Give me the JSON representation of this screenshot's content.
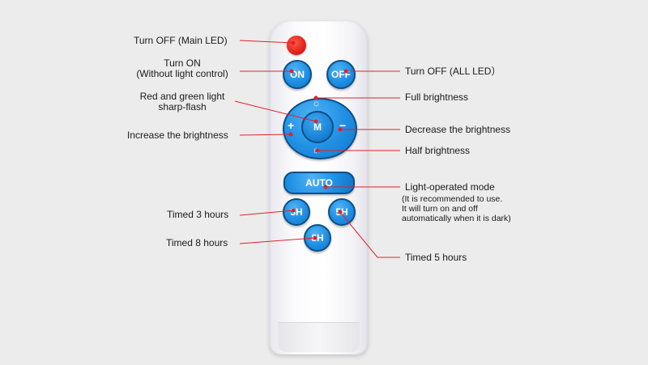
{
  "remote": {
    "on_button": "ON",
    "off_button": "OFF",
    "mode_button": "M",
    "plus_symbol": "+",
    "minus_symbol": "−",
    "auto_button": "AUTO",
    "timer_3h": "3H",
    "timer_5h": "5H",
    "timer_8h": "8H"
  },
  "annotations": {
    "turn_off_main": "Turn OFF (Main LED)",
    "turn_on_line1": "Turn ON",
    "turn_on_line2": "(Without light control)",
    "flash_line1": "Red and green light",
    "flash_line2": "sharp-flash",
    "increase": "Increase the brightness",
    "timed_3": "Timed 3 hours",
    "timed_8": "Timed 8 hours",
    "turn_off_all": "Turn OFF (ALL LED）",
    "full": "Full brightness",
    "decrease": "Decrease the brightness",
    "half": "Half brightness",
    "light_mode": "Light-operated mode",
    "light_note1": "(It is recommended to use.",
    "light_note2": "It will turn on and off",
    "light_note3": "automatically when it is dark)",
    "timed_5": "Timed 5 hours"
  },
  "colors": {
    "button_blue": "#1f8fe3",
    "power_red": "#e2231a",
    "leader_line": "#e4202a"
  }
}
